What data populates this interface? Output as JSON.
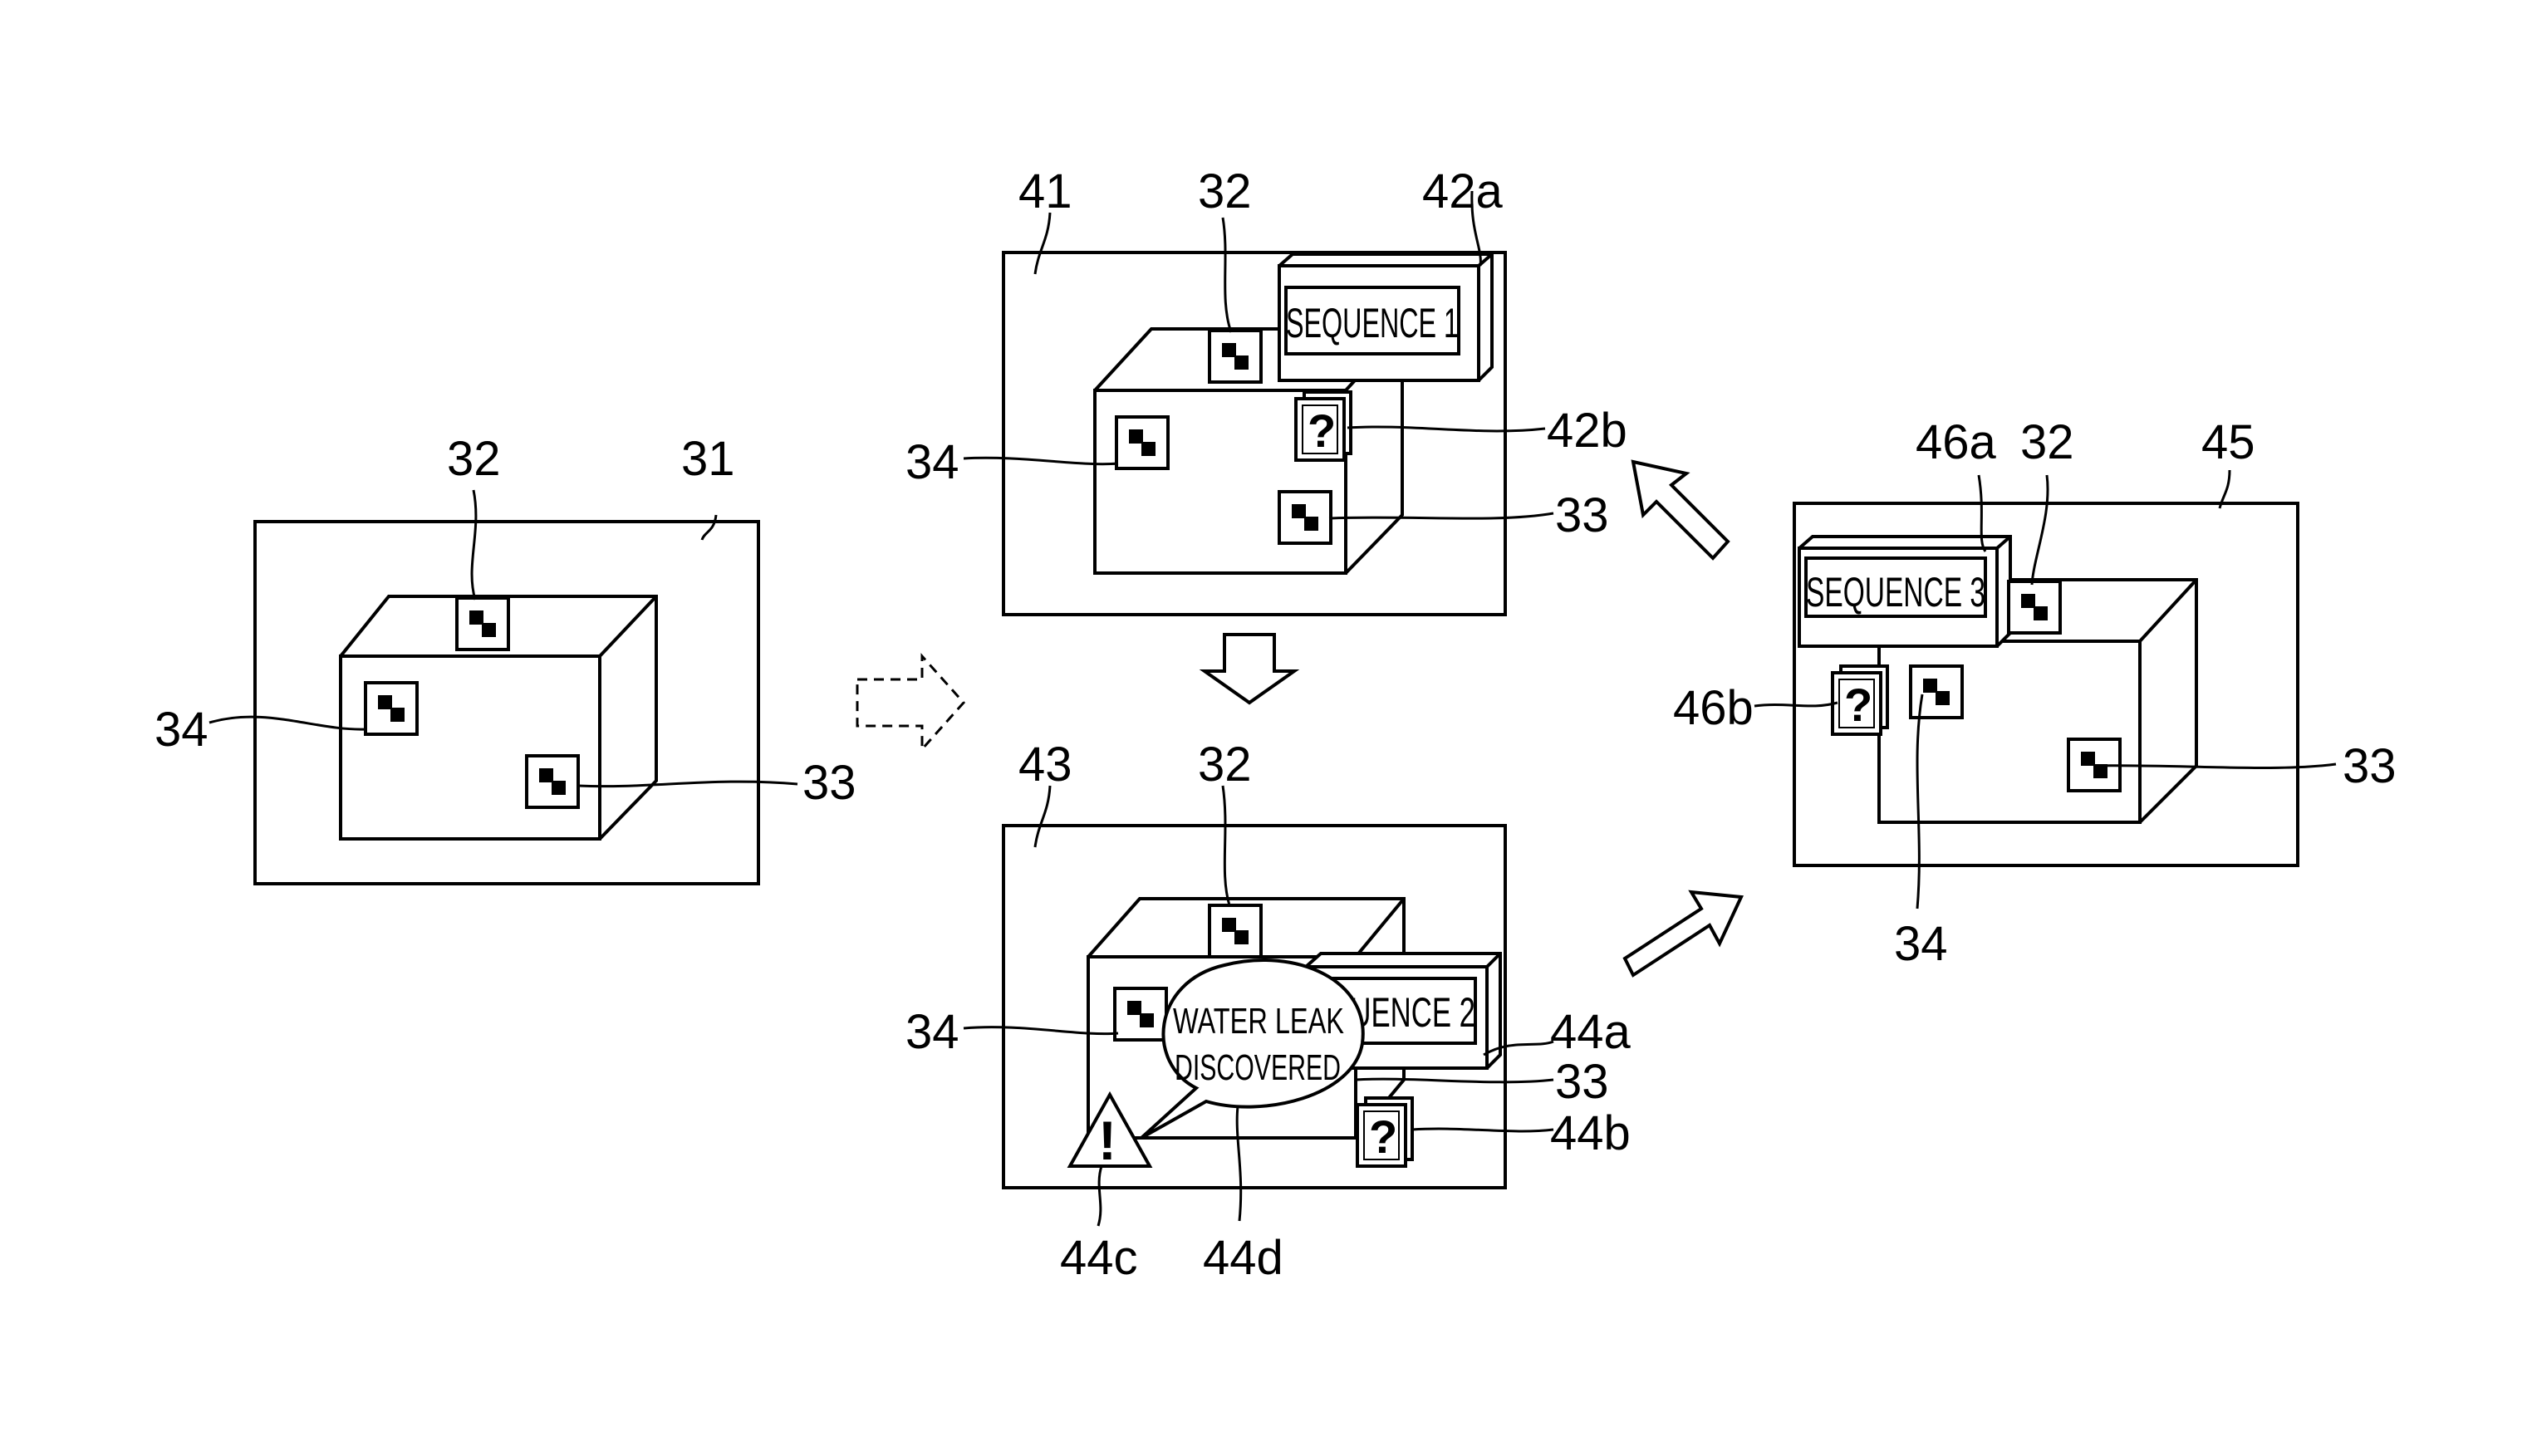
{
  "labels": {
    "f31": "31",
    "f32": "32",
    "f33": "33",
    "f34": "34",
    "f41": "41",
    "f41_32": "32",
    "f42a": "42a",
    "f42b": "42b",
    "f41_33": "33",
    "f41_34": "34",
    "f43": "43",
    "f43_32": "32",
    "f44a": "44a",
    "f44b": "44b",
    "f43_33": "33",
    "f43_34": "34",
    "f44c": "44c",
    "f44d": "44d",
    "f45": "45",
    "f45_32": "32",
    "f46a": "46a",
    "f46b": "46b",
    "f45_33": "33",
    "f45_34": "34"
  },
  "texts": {
    "sequence1": "SEQUENCE 1",
    "sequence2": "SEQUENCE 2",
    "sequence3": "SEQUENCE 3",
    "bubble_line1": "WATER LEAK",
    "bubble_line2": "DISCOVERED",
    "question": "?",
    "exclaim": "!"
  }
}
